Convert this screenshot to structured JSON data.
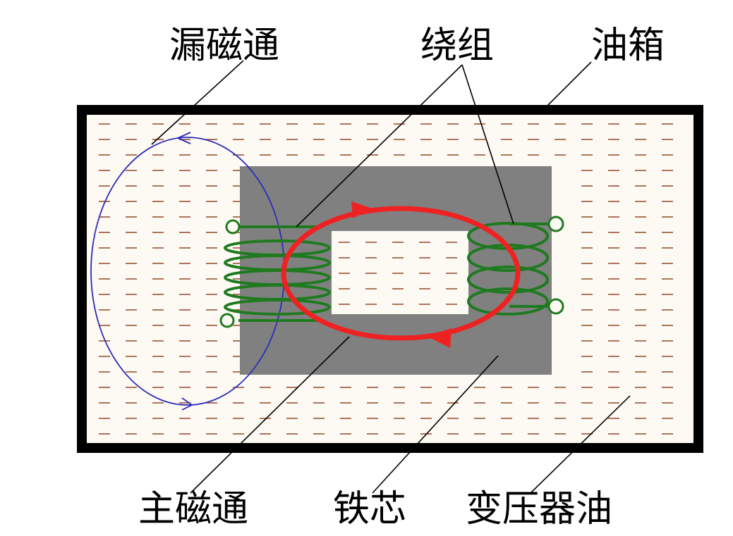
{
  "labels": {
    "leakage_flux": "漏磁通",
    "winding": "绕组",
    "oil_tank": "油箱",
    "main_flux": "主磁通",
    "iron_core": "铁芯",
    "transformer_oil": "变压器油"
  },
  "colors": {
    "tank_border": "#000000",
    "oil_background": "#fdfaf3",
    "oil_dash": "#8b3a1a",
    "core": "#808080",
    "winding": "#1f7a1f",
    "main_flux": "#ee2222",
    "leakage_flux": "#2b2bbb",
    "leader_line": "#000000"
  },
  "icons": {
    "main_flux_arrows": "arrowhead-icon",
    "leakage_flux_arrows": "chevron-icon"
  }
}
